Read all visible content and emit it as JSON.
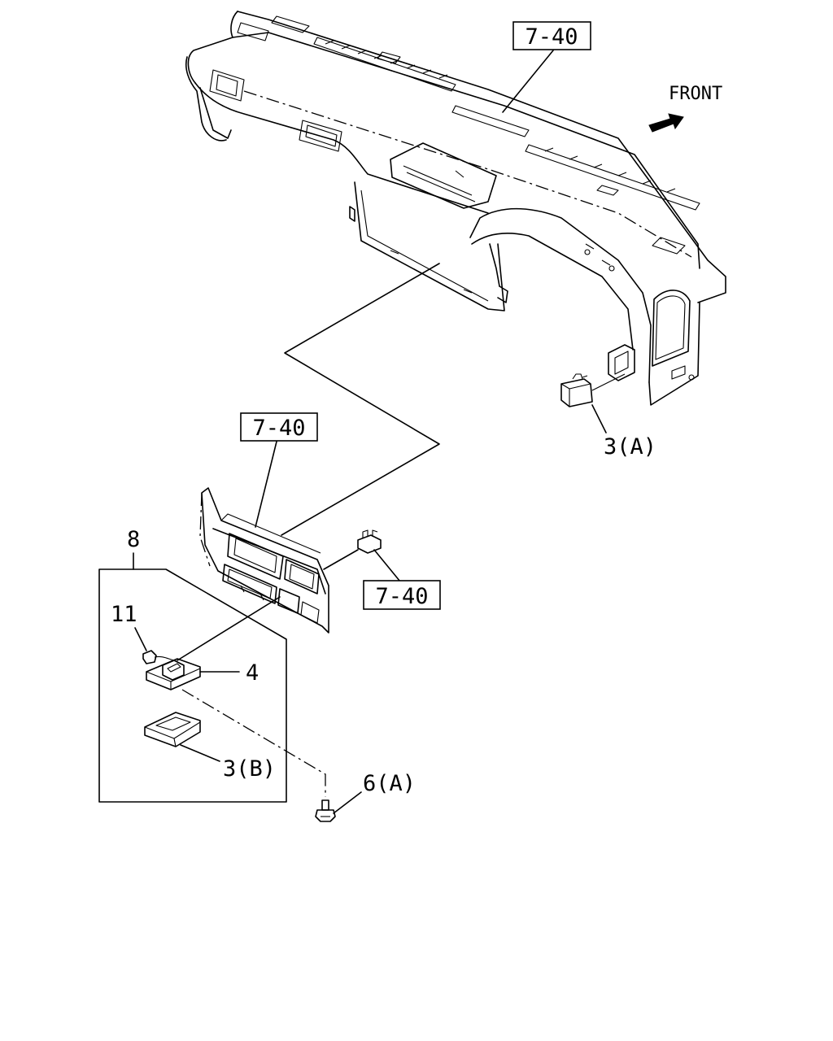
{
  "front_label": "FRONT",
  "callouts": {
    "ref_dash_top": "7-40",
    "ref_cluster": "7-40",
    "ref_clip": "7-40",
    "part_3a": "3(A)",
    "part_8": "8",
    "part_11": "11",
    "part_4": "4",
    "part_3b": "3(B)",
    "part_6a": "6(A)"
  }
}
